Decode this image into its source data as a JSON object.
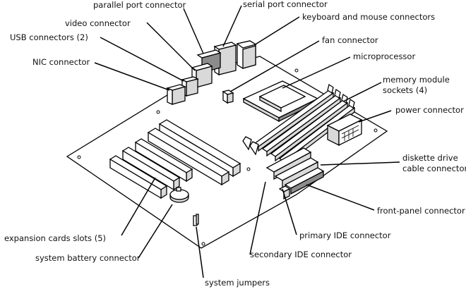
{
  "labels": {
    "parallel_port": "parallel port connector",
    "serial_port": "serial port connector",
    "keyboard_mouse": "keyboard and mouse connectors",
    "video": "video connector",
    "usb": "USB connectors (2)",
    "fan": "fan connector",
    "nic": "NIC connector",
    "microprocessor": "microprocessor",
    "memory_line1": "memory module",
    "memory_line2": "sockets (4)",
    "power": "power connector",
    "diskette_line1": "diskette drive",
    "diskette_line2": "cable connector",
    "front_panel": "front-panel connector",
    "expansion": "expansion cards slots (5)",
    "primary_ide": "primary IDE connector",
    "battery": "system battery connector",
    "secondary_ide": "secondary IDE connector",
    "jumpers": "system jumpers"
  },
  "colors": {
    "line": "#000000",
    "board": "#ffffff",
    "shade": "#d9d9d9",
    "dark": "#8c8c8c"
  }
}
